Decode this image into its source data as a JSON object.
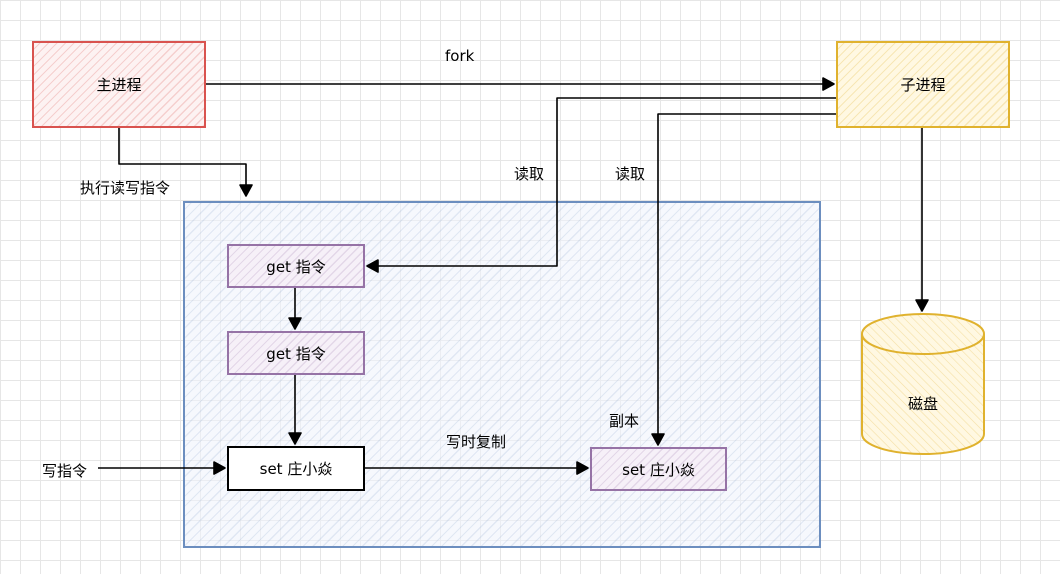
{
  "nodes": {
    "main_process": "主进程",
    "child_process": "子进程",
    "get_cmd_1": "get 指令",
    "get_cmd_2": "get 指令",
    "set_cmd": "set 庄小焱",
    "set_copy": "set 庄小焱",
    "disk": "磁盘"
  },
  "labels": {
    "fork": "fork",
    "exec_rw": "执行读写指令",
    "read_1": "读取",
    "read_2": "读取",
    "copy_on_write": "写时复制",
    "replica": "副本",
    "write_cmd": "写指令"
  },
  "colors": {
    "main_border": "#d9534f",
    "child_border": "#e0b22e",
    "region_border": "#6c8ebf",
    "command_border": "#9673a6"
  }
}
